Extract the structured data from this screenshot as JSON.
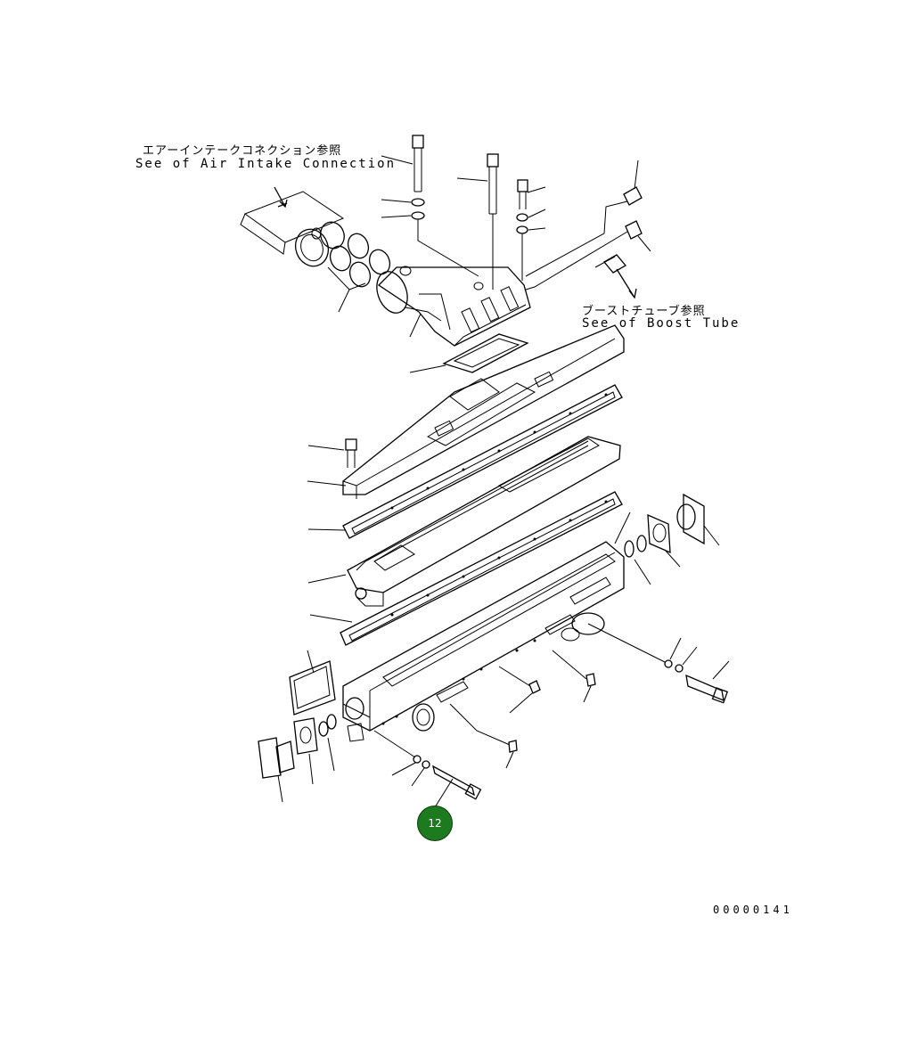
{
  "references": {
    "air_intake_jp": "エアーインテークコネクション参照",
    "air_intake_en": "See of Air Intake Connection",
    "boost_tube_jp": "ブーストチューブ参照",
    "boost_tube_en": "See of Boost Tube"
  },
  "callout": {
    "number": "12",
    "color": "#1e7a1e"
  },
  "drawing_id": "00000141"
}
